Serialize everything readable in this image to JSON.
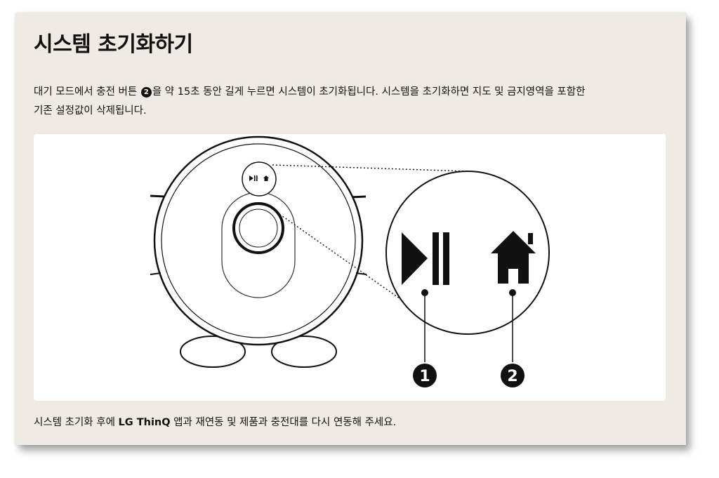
{
  "title": "시스템 초기화하기",
  "description": {
    "part1": "대기 모드에서 충전 버튼 ",
    "badge": "2",
    "part2": "을 약 15초 동안 길게 누르면 시스템이 초기화됩니다. 시스템을 초기화하면 지도 및 금지영역을 포함한",
    "part3": "기존 설정값이 삭제됩니다."
  },
  "figure": {
    "callout_1": "1",
    "callout_2": "2",
    "icons": [
      "play-pause-icon",
      "home-icon"
    ]
  },
  "footer": {
    "part1": "시스템 초기화 후에 ",
    "brand": "LG ThinQ",
    "part2": " 앱과 재연동 및 제품과 충전대를 다시 연동해 주세요."
  }
}
